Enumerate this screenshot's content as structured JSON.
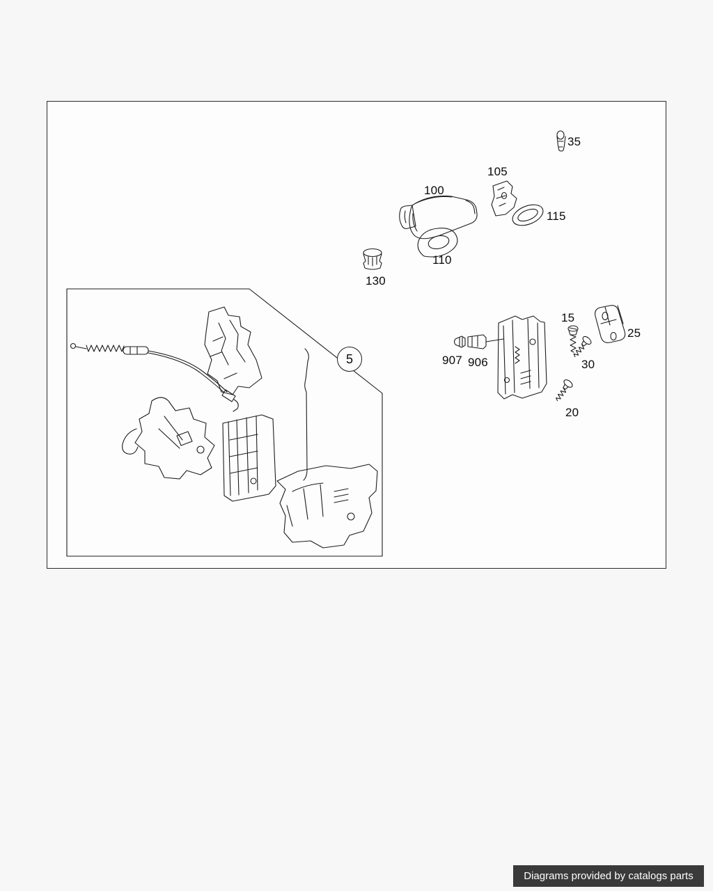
{
  "colors": {
    "page_background": "#f7f7f7",
    "frame_background": "#fdfdfd",
    "line_color": "#1c1c1c",
    "footer_background": "#3a3a3a",
    "footer_text_color": "#ffffff"
  },
  "diagram": {
    "callout": {
      "label": "5"
    },
    "labels": {
      "l35": "35",
      "l100": "100",
      "l105": "105",
      "l110": "110",
      "l115": "115",
      "l130": "130",
      "l15": "15",
      "l20": "20",
      "l25": "25",
      "l30": "30",
      "l906": "906",
      "l907": "907"
    }
  },
  "footer": {
    "text": "Diagrams provided by catalogs parts"
  }
}
